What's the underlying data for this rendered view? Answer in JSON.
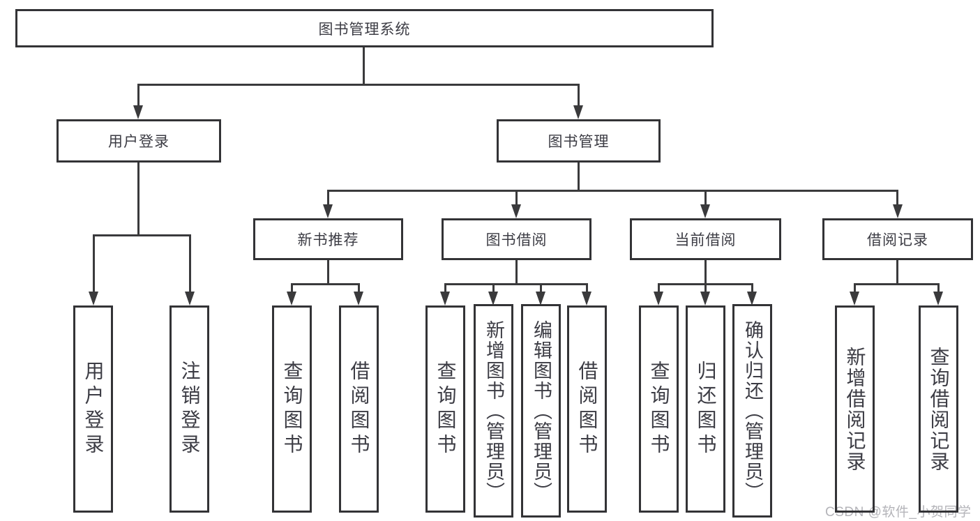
{
  "diagram": {
    "title": "图书管理系统",
    "type": "functional-structure-tree",
    "watermark": "CSDN @软件_小贺同学"
  },
  "colors": {
    "line": "#3a3a3c",
    "border": "#333336",
    "text": "#3c3c44",
    "watermark": "#b4b4b9",
    "background": "#ffffff"
  },
  "nodes": {
    "root": {
      "label": "图书管理系统"
    },
    "user_login": {
      "label": "用户登录"
    },
    "book_mgmt": {
      "label": "图书管理"
    },
    "new_book_rec": {
      "label": "新书推荐"
    },
    "book_borrow": {
      "label": "图书借阅"
    },
    "current_borrow": {
      "label": "当前借阅"
    },
    "borrow_records": {
      "label": "借阅记录"
    },
    "leaf_user_login": {
      "label": "用户登录"
    },
    "leaf_logout": {
      "label": "注销登录"
    },
    "rec_query_books": {
      "label": "查询图书"
    },
    "rec_borrow_books": {
      "label": "借阅图书"
    },
    "bb_query_books": {
      "label": "查询图书"
    },
    "bb_add_books": {
      "label": "新增图书（管理员）"
    },
    "bb_edit_books": {
      "label": "编辑图书（管理员）"
    },
    "bb_borrow_books": {
      "label": "借阅图书"
    },
    "cb_query_books": {
      "label": "查询图书"
    },
    "cb_return_books": {
      "label": "归还图书"
    },
    "cb_confirm_return": {
      "label": "确认归还（管理员）"
    },
    "br_add_record": {
      "label": "新增借阅记录"
    },
    "br_query_record": {
      "label": "查询借阅记录"
    }
  },
  "edges": [
    {
      "from": "root",
      "to": "user_login"
    },
    {
      "from": "root",
      "to": "book_mgmt"
    },
    {
      "from": "user_login",
      "to": "leaf_user_login"
    },
    {
      "from": "user_login",
      "to": "leaf_logout"
    },
    {
      "from": "book_mgmt",
      "to": "new_book_rec"
    },
    {
      "from": "book_mgmt",
      "to": "book_borrow"
    },
    {
      "from": "book_mgmt",
      "to": "current_borrow"
    },
    {
      "from": "book_mgmt",
      "to": "borrow_records"
    },
    {
      "from": "new_book_rec",
      "to": "rec_query_books"
    },
    {
      "from": "new_book_rec",
      "to": "rec_borrow_books"
    },
    {
      "from": "book_borrow",
      "to": "bb_query_books"
    },
    {
      "from": "book_borrow",
      "to": "bb_add_books"
    },
    {
      "from": "book_borrow",
      "to": "bb_edit_books"
    },
    {
      "from": "book_borrow",
      "to": "bb_borrow_books"
    },
    {
      "from": "current_borrow",
      "to": "cb_query_books"
    },
    {
      "from": "current_borrow",
      "to": "cb_return_books"
    },
    {
      "from": "current_borrow",
      "to": "cb_confirm_return"
    },
    {
      "from": "borrow_records",
      "to": "br_add_record"
    },
    {
      "from": "borrow_records",
      "to": "br_query_record"
    }
  ]
}
